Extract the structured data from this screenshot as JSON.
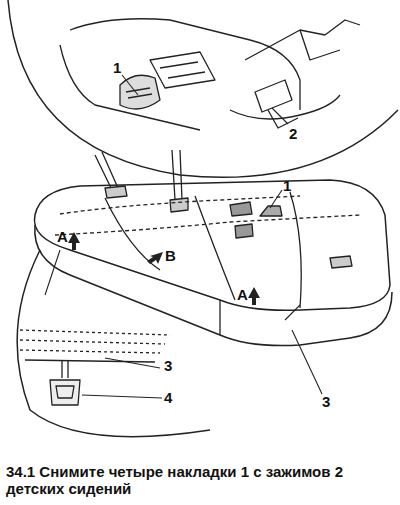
{
  "diagram": {
    "caption": "34.1 Снимите четыре накладки 1 с зажимов 2 детских сидений",
    "labels": [
      "1",
      "2",
      "A",
      "1",
      "B",
      "A",
      "3",
      "4",
      "3"
    ]
  }
}
